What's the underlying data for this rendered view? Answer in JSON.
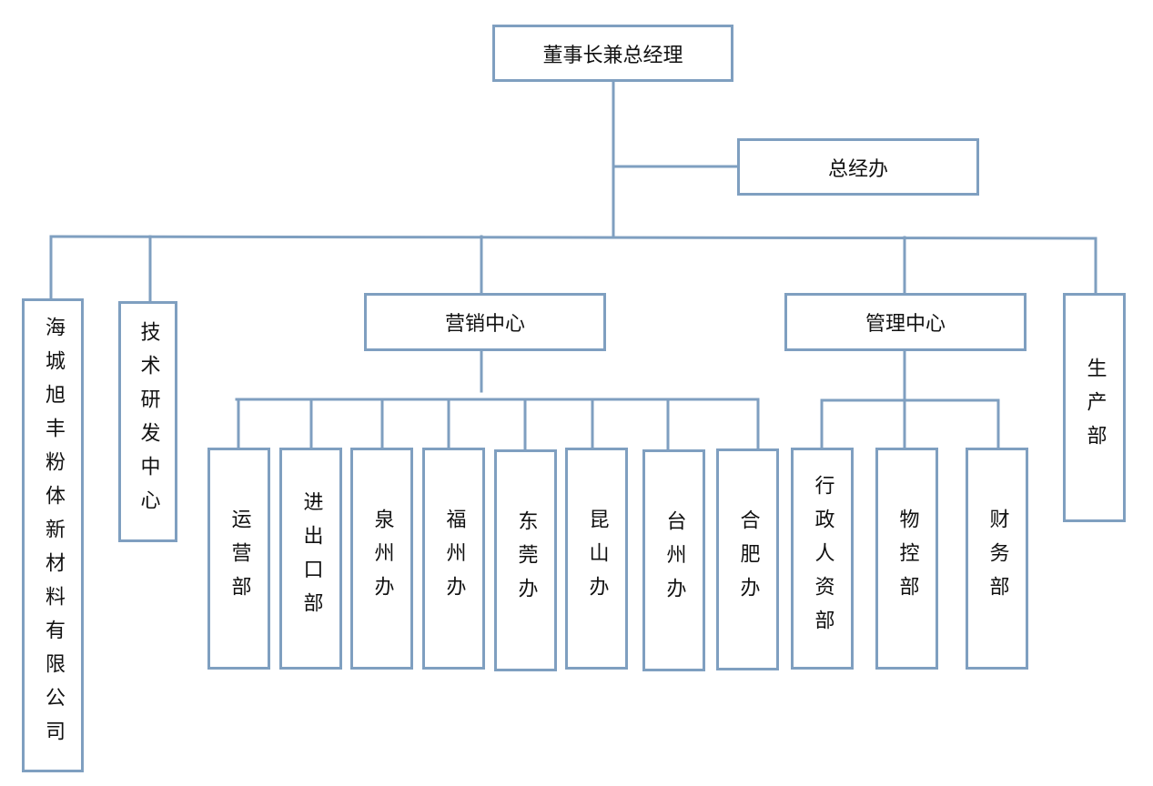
{
  "org_chart": {
    "top": "董事长兼总经理",
    "office": "总经办",
    "divisions": {
      "haicheng": "海城旭丰粉体新材料有限公司",
      "tech": "技术研发中心",
      "marketing": "营销中心",
      "management": "管理中心",
      "production": "生产部"
    },
    "marketing_units": [
      "运营部",
      "进出口部",
      "泉州办",
      "福州办",
      "东莞办",
      "昆山办",
      "台州办",
      "合肥办"
    ],
    "management_units": [
      "行政人资部",
      "物控部",
      "财务部"
    ]
  }
}
